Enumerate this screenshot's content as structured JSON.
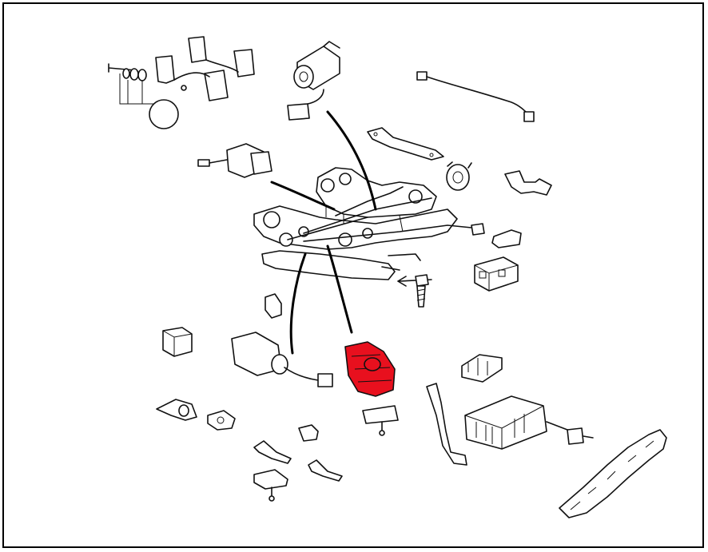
{
  "diagram": {
    "highlight_color": "#e8101e",
    "line_color": "#111111",
    "background": "#ffffff",
    "parts": [
      {
        "id": "hinge-bolt-set",
        "icon": "bolt-washer-icon"
      },
      {
        "id": "hinge-brackets",
        "icon": "bracket-icon"
      },
      {
        "id": "upper-motor",
        "icon": "motor-icon"
      },
      {
        "id": "wire-harness",
        "icon": "cable-icon"
      },
      {
        "id": "rail-bracket",
        "icon": "bracket-icon"
      },
      {
        "id": "left-motor",
        "icon": "motor-icon"
      },
      {
        "id": "seat-frame",
        "icon": "frame-icon"
      },
      {
        "id": "gear-ring",
        "icon": "gear-icon"
      },
      {
        "id": "strap-clip",
        "icon": "clip-icon"
      },
      {
        "id": "end-cap",
        "icon": "cap-icon"
      },
      {
        "id": "connector-block",
        "icon": "connector-icon"
      },
      {
        "id": "screw",
        "icon": "screw-icon"
      },
      {
        "id": "small-clip",
        "icon": "clip-icon"
      },
      {
        "id": "switch-block",
        "icon": "switch-icon"
      },
      {
        "id": "lower-motor",
        "icon": "motor-icon"
      },
      {
        "id": "gearbox-highlighted",
        "icon": "gearbox-icon"
      },
      {
        "id": "relay-holder",
        "icon": "relay-icon"
      },
      {
        "id": "control-module",
        "icon": "module-icon"
      },
      {
        "id": "fuse",
        "icon": "fuse-icon"
      },
      {
        "id": "side-trim-long",
        "icon": "trim-icon"
      },
      {
        "id": "guide-rail",
        "icon": "rail-icon"
      },
      {
        "id": "cover-piece",
        "icon": "cover-icon"
      },
      {
        "id": "cam-piece",
        "icon": "cam-icon"
      },
      {
        "id": "plug",
        "icon": "plug-icon"
      },
      {
        "id": "knob",
        "icon": "knob-icon"
      },
      {
        "id": "lever-a",
        "icon": "lever-icon"
      },
      {
        "id": "lever-b",
        "icon": "lever-icon"
      },
      {
        "id": "pin-bracket",
        "icon": "bracket-icon"
      }
    ]
  }
}
